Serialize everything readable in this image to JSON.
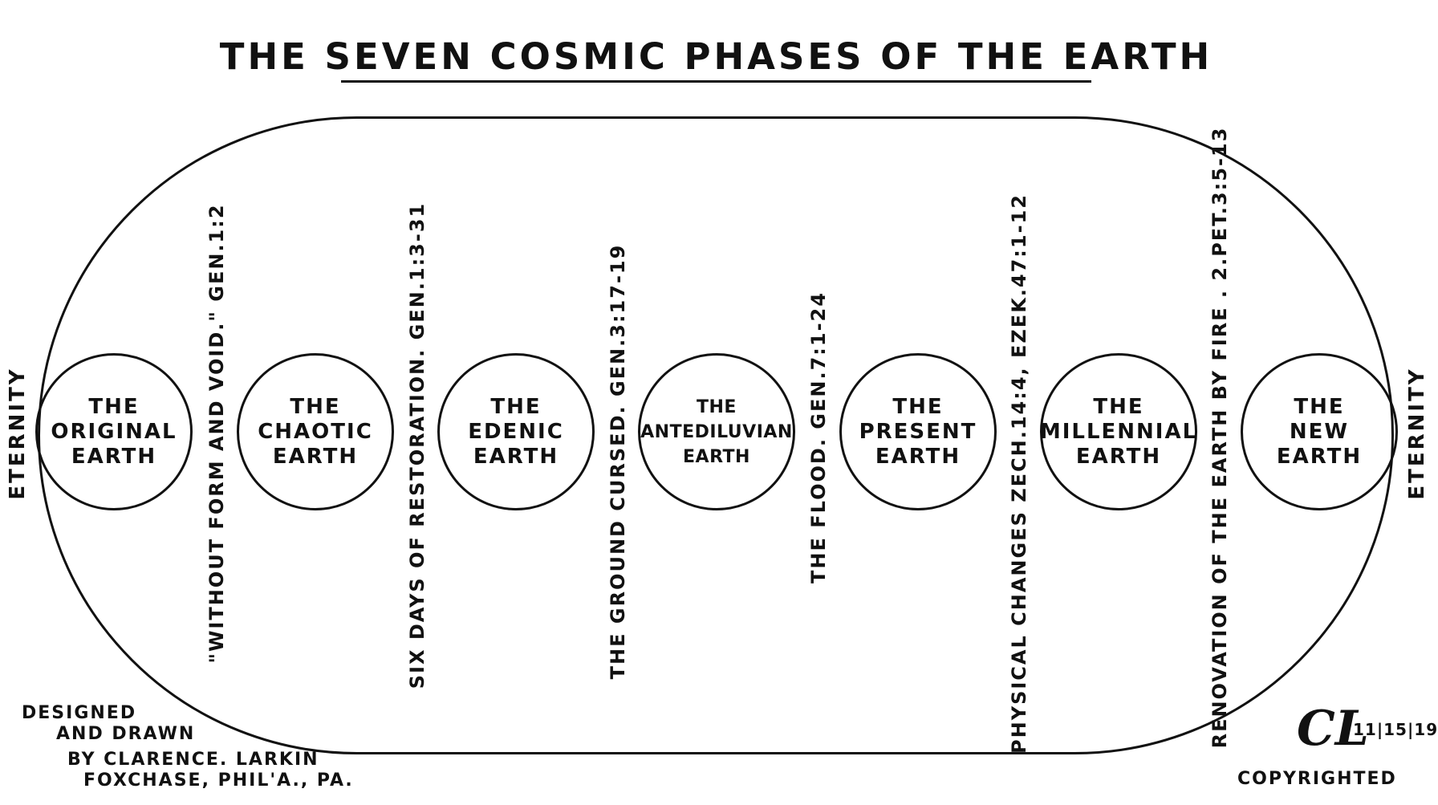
{
  "title": "THE SEVEN COSMIC PHASES OF THE EARTH",
  "eternity_left": "ETERNITY",
  "eternity_right": "ETERNITY",
  "phases": [
    {
      "label": "THE\nORIGINAL\nEARTH"
    },
    {
      "label": "THE\nCHAOTIC\nEARTH"
    },
    {
      "label": "THE\nEDENIC\nEARTH"
    },
    {
      "label": "THE\nANTEDILUVIAN\nEARTH"
    },
    {
      "label": "THE\nPRESENT\nEARTH"
    },
    {
      "label": "THE\nMILLENNIAL\nEARTH"
    },
    {
      "label": "THE\nNEW\nEARTH"
    }
  ],
  "transitions": [
    {
      "label": "\"WITHOUT FORM AND VOID.\" GEN.1:2"
    },
    {
      "label": "SIX DAYS OF RESTORATION. GEN.1:3-31"
    },
    {
      "label": "THE GROUND CURSED. GEN.3:17-19"
    },
    {
      "label": "THE FLOOD. GEN.7:1-24"
    },
    {
      "label": "PHYSICAL CHANGES ZECH.14:4, EZEK.47:1-12"
    },
    {
      "label": "RENOVATION OF THE EARTH BY FIRE . 2.PET.3:5-13"
    }
  ],
  "credit": {
    "line1": "DESIGNED",
    "line2": "AND DRAWN",
    "line3": "BY CLARENCE. LARKIN",
    "line4": "FOXCHASE, PHIL'A., PA."
  },
  "monogram": "CL",
  "date": "11|15|19",
  "copyright": "COPYRIGHTED"
}
